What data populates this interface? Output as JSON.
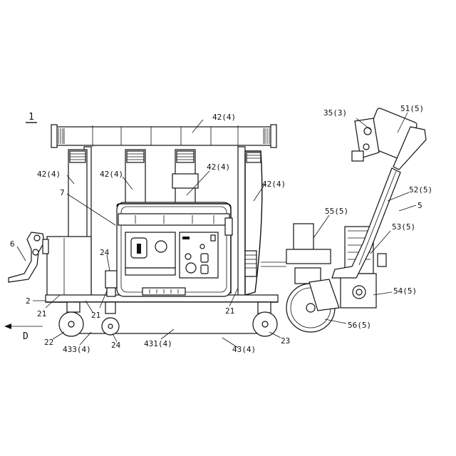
{
  "figure": {
    "number": "1"
  },
  "labels": {
    "l_42_top": "42(4)",
    "l_42_left": "42(4)",
    "l_42_mid": "42(4)",
    "l_42_center": "42(4)",
    "l_42_right": "42(4)",
    "l_7": "7",
    "l_6": "6",
    "l_24_upper": "24",
    "l_2": "2",
    "l_21_left": "21",
    "l_21_mid": "21",
    "l_21_right": "21",
    "l_22": "22",
    "l_433": "433(4)",
    "l_24_lower": "24",
    "l_431": "431(4)",
    "l_43": "43(4)",
    "l_23": "23",
    "l_d": "D",
    "l_35": "35(3)",
    "l_51": "51(5)",
    "l_52": "52(5)",
    "l_5": "5",
    "l_55": "55(5)",
    "l_53": "53(5)",
    "l_54": "54(5)",
    "l_56": "56(5)"
  }
}
